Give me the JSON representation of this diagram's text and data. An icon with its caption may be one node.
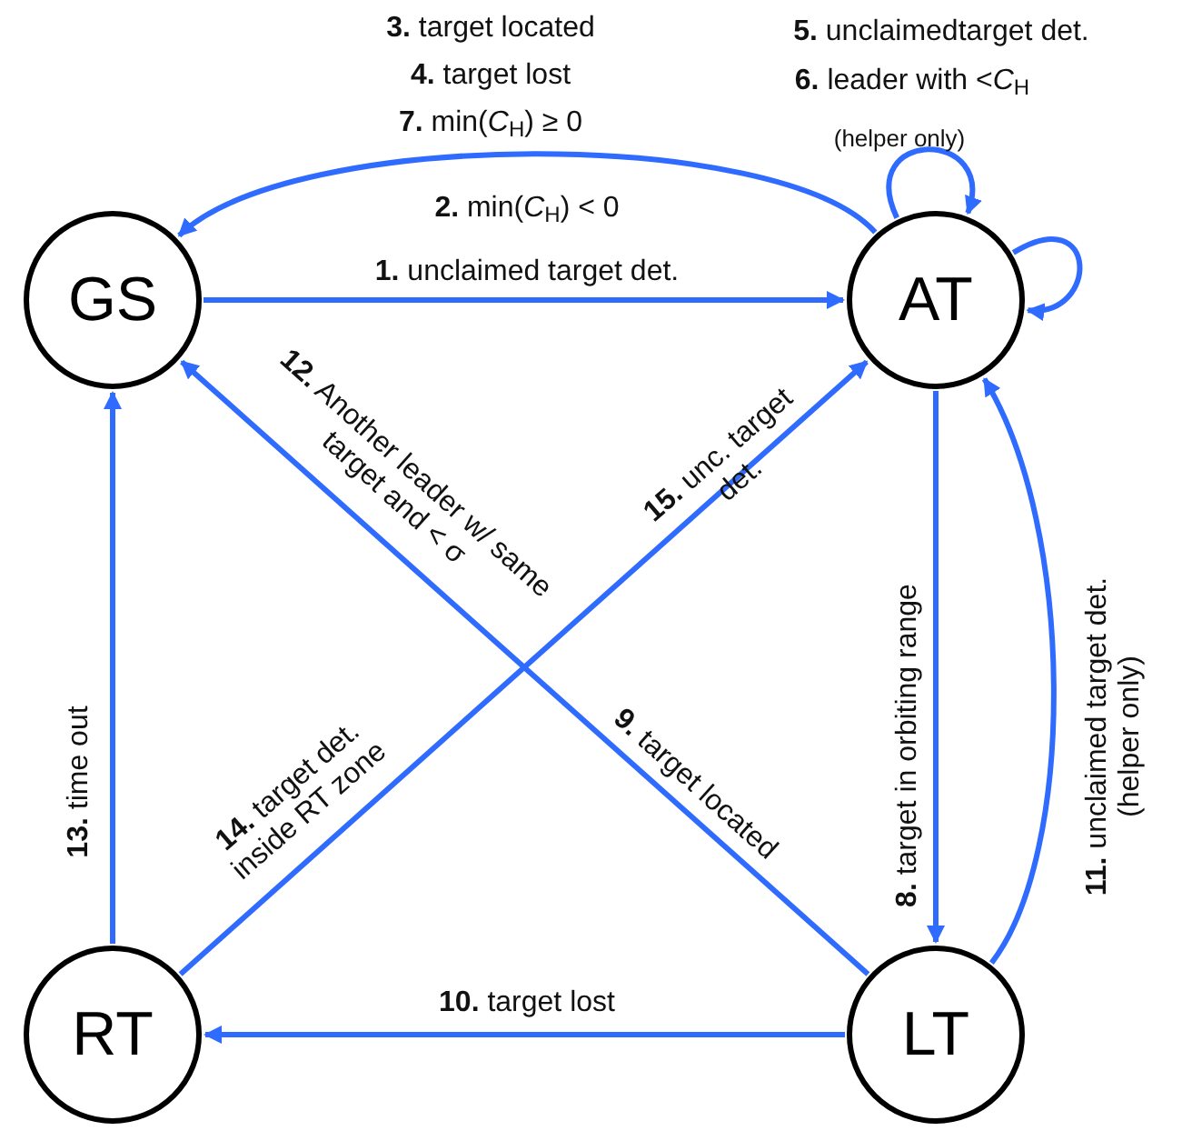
{
  "diagram": {
    "nodes": [
      {
        "text": [
          "GS"
        ]
      },
      {
        "text": [
          "AT"
        ]
      },
      {
        "text": [
          "RT"
        ]
      },
      {
        "text": [
          "LT"
        ]
      }
    ],
    "edges": [
      {
        "from": 0,
        "to": 1,
        "arrow": "to",
        "label": "**1.** unclaimed target det."
      },
      {
        "from": 1,
        "to": 0,
        "arrow": "to",
        "label": "**2.** min(*C*$_{H}$) < 0"
      },
      {
        "from": 1,
        "to": 1,
        "arrow": "to"
      },
      {
        "from": 1,
        "to": 1,
        "arrow": "to"
      },
      {
        "from": 1,
        "to": 3,
        "arrow": "to",
        "label": "**8.** target in orbiting range"
      },
      {
        "from": 3,
        "to": 0,
        "arrow": "to",
        "label": "**9.** target located"
      },
      {
        "from": 3,
        "to": 1,
        "arrow": "to",
        "label": "**11.** unclaimed target det. (helper only)"
      },
      {
        "from": 3,
        "to": 2,
        "arrow": "to",
        "label": "**10.** target lost"
      },
      {
        "from": 2,
        "to": 0,
        "arrow": "to",
        "label": "**13.** time out"
      },
      {
        "from": 2,
        "to": 1,
        "arrow": "to",
        "label": "**14.** target det. inside RT zone"
      }
    ],
    "labels": [
      "**3.** target located",
      "**5.** unclaimedtarget det.",
      "**4.** target lost",
      "**6.** leader with <*C*$_{H}$",
      "**7.** min(*C*$_{H}$) ≥ 0",
      "(helper only)",
      "**12.** Another leader w/ same target and < σ",
      "**15.** unc. target det."
    ]
  }
}
